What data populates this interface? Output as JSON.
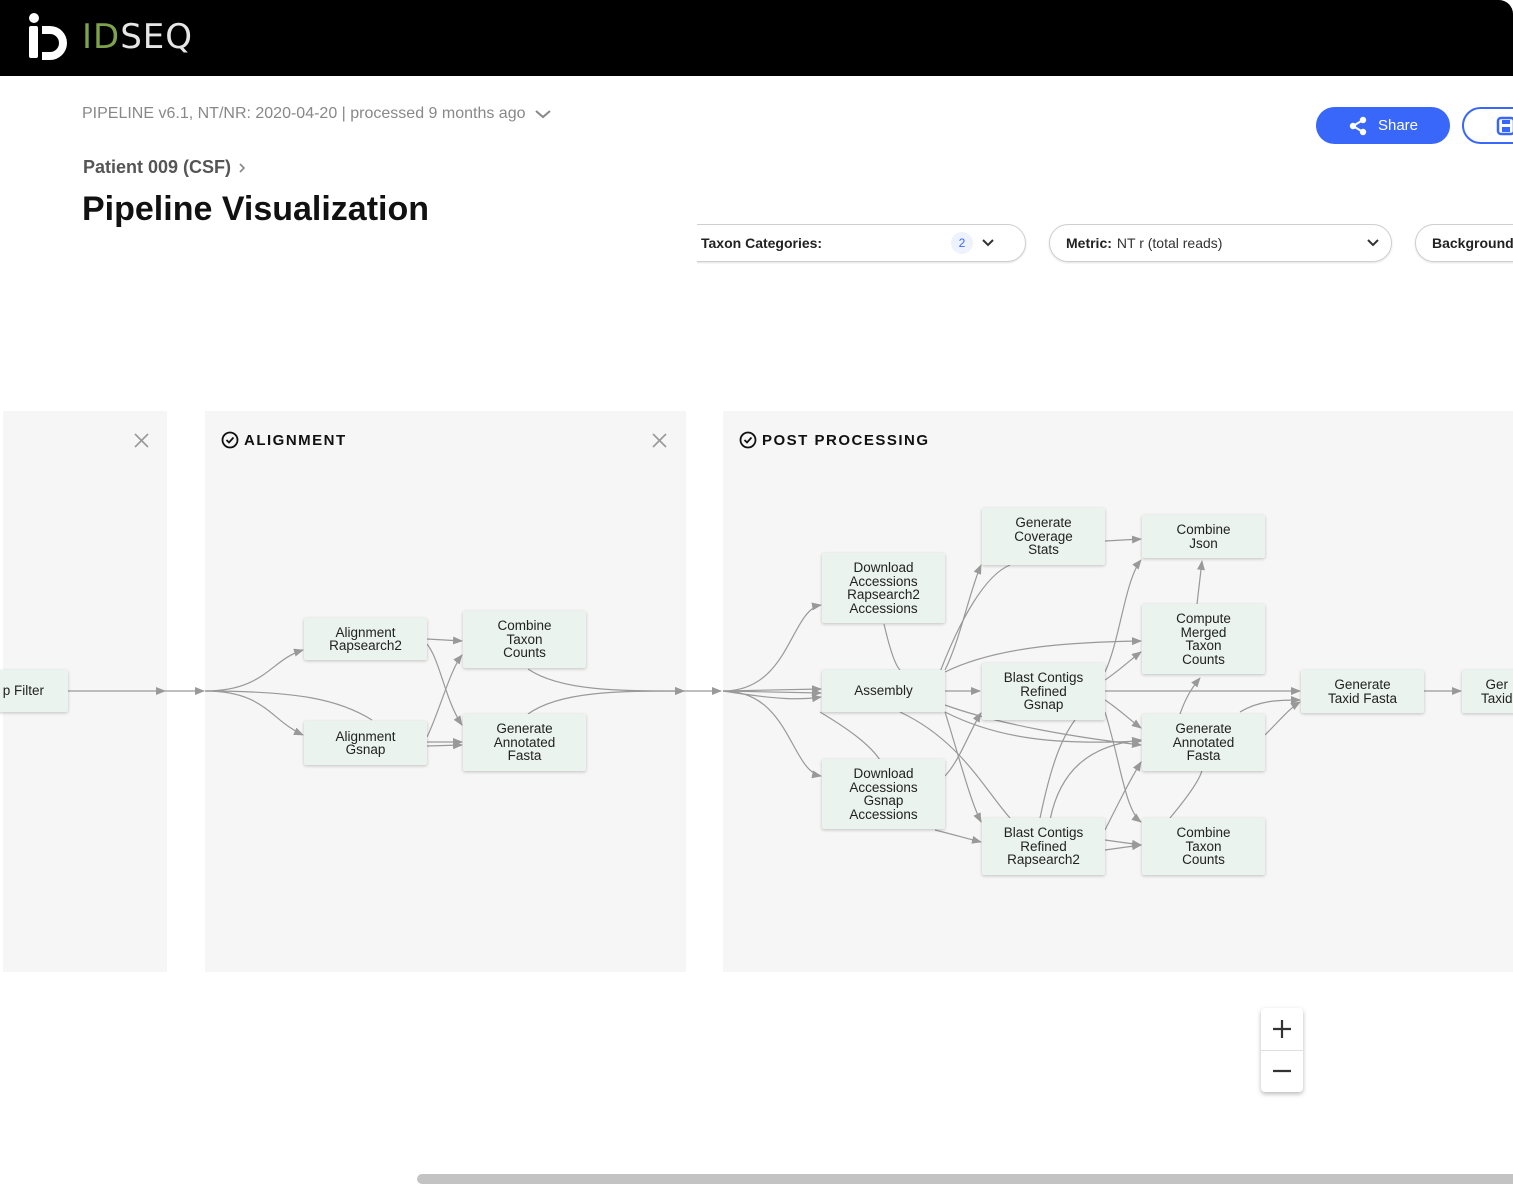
{
  "app": {
    "logo_id": "ID",
    "logo_seq": "SEQ",
    "logo_icon": "idseq-logo-icon"
  },
  "header": {
    "pipeline_info": "PIPELINE v6.1, NT/NR: 2020-04-20 | processed 9 months ago",
    "breadcrumb": "Patient 009 (CSF)",
    "title": "Pipeline Visualization"
  },
  "actions": {
    "share_label": "Share",
    "share_icon": "share-icon",
    "save_icon": "save-icon"
  },
  "filters": {
    "taxon_categories_label": "Taxon Categories:",
    "taxon_categories_count": "2",
    "metric_label": "Metric:",
    "metric_value": "NT r (total reads)",
    "background_label": "Background"
  },
  "stages": {
    "host_filtering": {
      "title": ""
    },
    "alignment": {
      "title": "ALIGNMENT"
    },
    "post_processing": {
      "title": "POST PROCESSING"
    }
  },
  "nodes": {
    "host_filter": "p Filter",
    "alignment_rapsearch2": "Alignment\nRapsearch2",
    "alignment_gsnap": "Alignment\nGsnap",
    "align_combine_taxon_counts": "Combine\nTaxon\nCounts",
    "align_generate_annotated_fasta": "Generate\nAnnotated\nFasta",
    "download_accessions_rapsearch2": "Download\nAccessions\nRapsearch2\nAccessions",
    "assembly": "Assembly",
    "download_accessions_gsnap": "Download\nAccessions\nGsnap\nAccessions",
    "generate_coverage_stats": "Generate\nCoverage\nStats",
    "blast_contigs_gsnap": "Blast Contigs\nRefined\nGsnap",
    "blast_contigs_rapsearch2": "Blast Contigs\nRefined\nRapsearch2",
    "combine_json": "Combine\nJson",
    "compute_merged_taxon_counts": "Compute\nMerged\nTaxon\nCounts",
    "post_generate_annotated_fasta": "Generate\nAnnotated\nFasta",
    "post_combine_taxon_counts": "Combine\nTaxon\nCounts",
    "generate_taxid_fasta": "Generate\nTaxid Fasta",
    "generate_taxid_cut": "Ger\nTaxid"
  },
  "zoom": {
    "in_icon": "plus-icon",
    "out_icon": "minus-icon"
  }
}
